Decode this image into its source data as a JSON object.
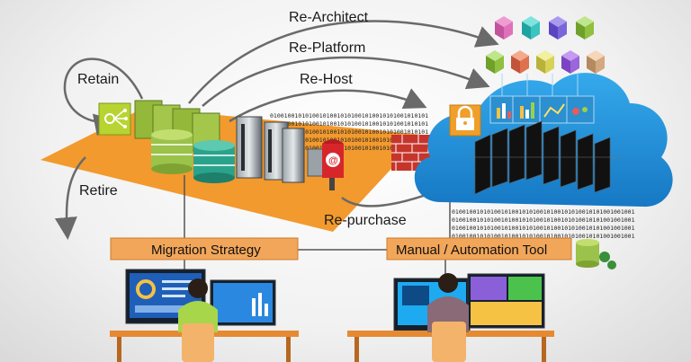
{
  "labels": {
    "re_architect": "Re-Architect",
    "re_platform": "Re-Platform",
    "re_host": "Re-Host",
    "retain": "Retain",
    "retire": "Retire",
    "re_purchase": "Re-purchase"
  },
  "bars": {
    "migration_strategy": "Migration Strategy",
    "manual_automation_tool": "Manual / Automation Tool"
  },
  "binary": {
    "line_a": "010010010101001010010101001010010101001010101",
    "line_b": "0100100101010010100101010010100101010010101001001001"
  },
  "colors": {
    "platform_orange": "#f29a2e",
    "bar_orange": "#f2a65a",
    "cloud_blue": "#1f8fd8",
    "arrow_grey": "#6a6a6a"
  },
  "icons": [
    "hierarchy-icon",
    "lock-icon",
    "chart-icon",
    "mailbox-icon",
    "firewall-icon"
  ]
}
